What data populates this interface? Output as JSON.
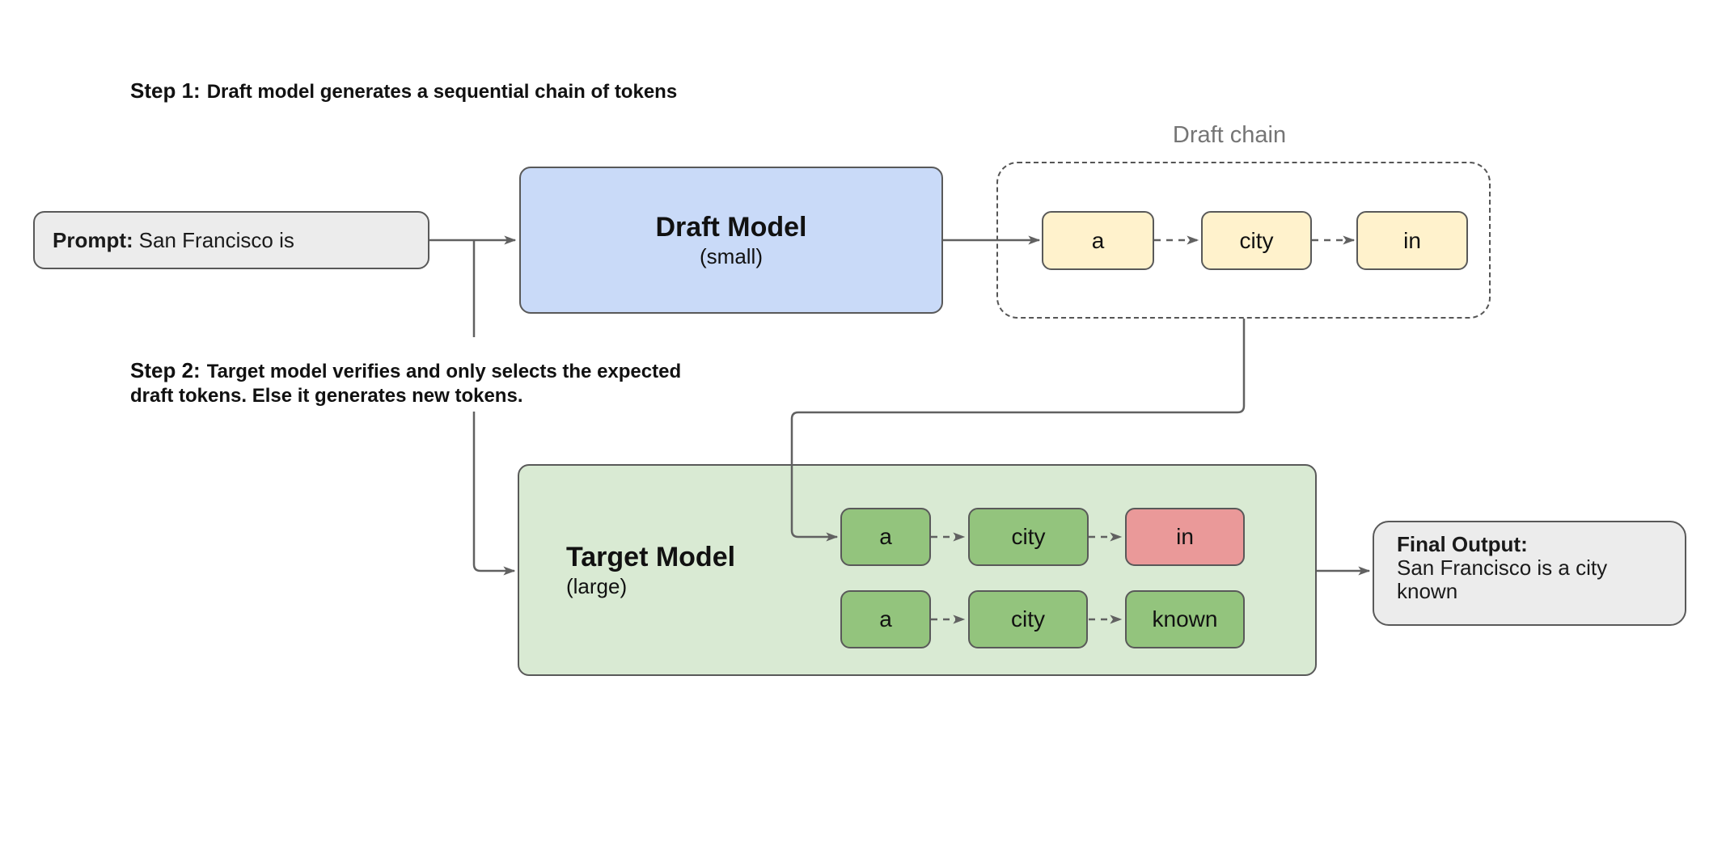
{
  "diagram": {
    "step1": {
      "prefix": "Step 1:",
      "text": "Draft model generates a sequential chain of tokens"
    },
    "step2": {
      "prefix": "Step 2:",
      "line1": "Target model verifies and only selects the expected",
      "line2": "draft tokens. Else it generates new tokens."
    },
    "prompt": {
      "label": "Prompt:",
      "text": "San Francisco is"
    },
    "draft_model": {
      "title": "Draft Model",
      "subtitle": "(small)"
    },
    "draft_chain": {
      "label": "Draft chain",
      "tokens": [
        {
          "text": "a"
        },
        {
          "text": "city"
        },
        {
          "text": "in"
        }
      ]
    },
    "target_model": {
      "title": "Target Model",
      "subtitle": "(large)",
      "row1": [
        {
          "text": "a",
          "status": "accepted"
        },
        {
          "text": "city",
          "status": "accepted"
        },
        {
          "text": "in",
          "status": "rejected"
        }
      ],
      "row2": [
        {
          "text": "a",
          "status": "accepted"
        },
        {
          "text": "city",
          "status": "accepted"
        },
        {
          "text": "known",
          "status": "accepted"
        }
      ]
    },
    "final_output": {
      "label": "Final Output:",
      "text": "San Francisco is a city known"
    },
    "colors": {
      "draft_model_fill": "#c9daf8",
      "draft_token_fill": "#fff2cc",
      "target_model_fill": "#d9ead3",
      "accepted_token_fill": "#93c47d",
      "rejected_token_fill": "#ea9999",
      "io_box_fill": "#ececec",
      "box_border": "#595959",
      "connector": "#616161",
      "muted_label": "#757575"
    }
  }
}
